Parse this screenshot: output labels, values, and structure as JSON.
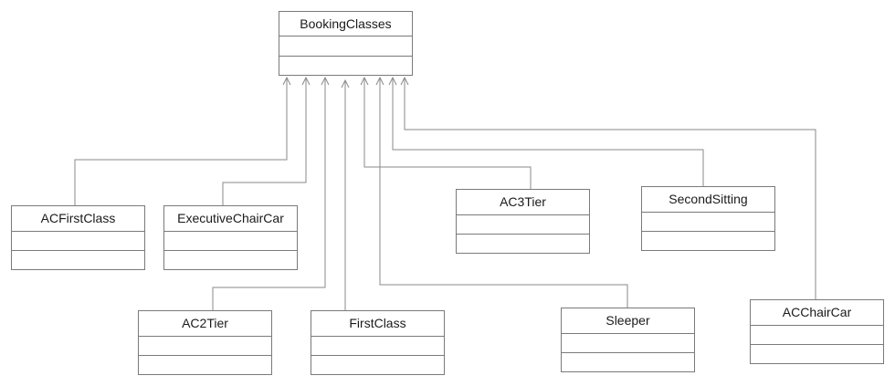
{
  "diagram": {
    "parent_class": {
      "name": "BookingClasses"
    },
    "classes": [
      {
        "id": "ACFirstClass",
        "name": "ACFirstClass"
      },
      {
        "id": "ExecutiveChairCar",
        "name": "ExecutiveChairCar"
      },
      {
        "id": "AC3Tier",
        "name": "AC3Tier"
      },
      {
        "id": "SecondSitting",
        "name": "SecondSitting"
      },
      {
        "id": "AC2Tier",
        "name": "AC2Tier"
      },
      {
        "id": "FirstClass",
        "name": "FirstClass"
      },
      {
        "id": "Sleeper",
        "name": "Sleeper"
      },
      {
        "id": "ACChairCar",
        "name": "ACChairCar"
      }
    ],
    "relationships": [
      {
        "from": "ACFirstClass",
        "to": "BookingClasses",
        "type": "generalization"
      },
      {
        "from": "ExecutiveChairCar",
        "to": "BookingClasses",
        "type": "generalization"
      },
      {
        "from": "AC2Tier",
        "to": "BookingClasses",
        "type": "generalization"
      },
      {
        "from": "FirstClass",
        "to": "BookingClasses",
        "type": "generalization"
      },
      {
        "from": "AC3Tier",
        "to": "BookingClasses",
        "type": "generalization"
      },
      {
        "from": "Sleeper",
        "to": "BookingClasses",
        "type": "generalization"
      },
      {
        "from": "SecondSitting",
        "to": "BookingClasses",
        "type": "generalization"
      },
      {
        "from": "ACChairCar",
        "to": "BookingClasses",
        "type": "generalization"
      }
    ],
    "colors": {
      "box_border": "#7a7a7a",
      "connector": "#8a8a8a",
      "text": "#1a1a1a",
      "background": "#ffffff"
    }
  }
}
